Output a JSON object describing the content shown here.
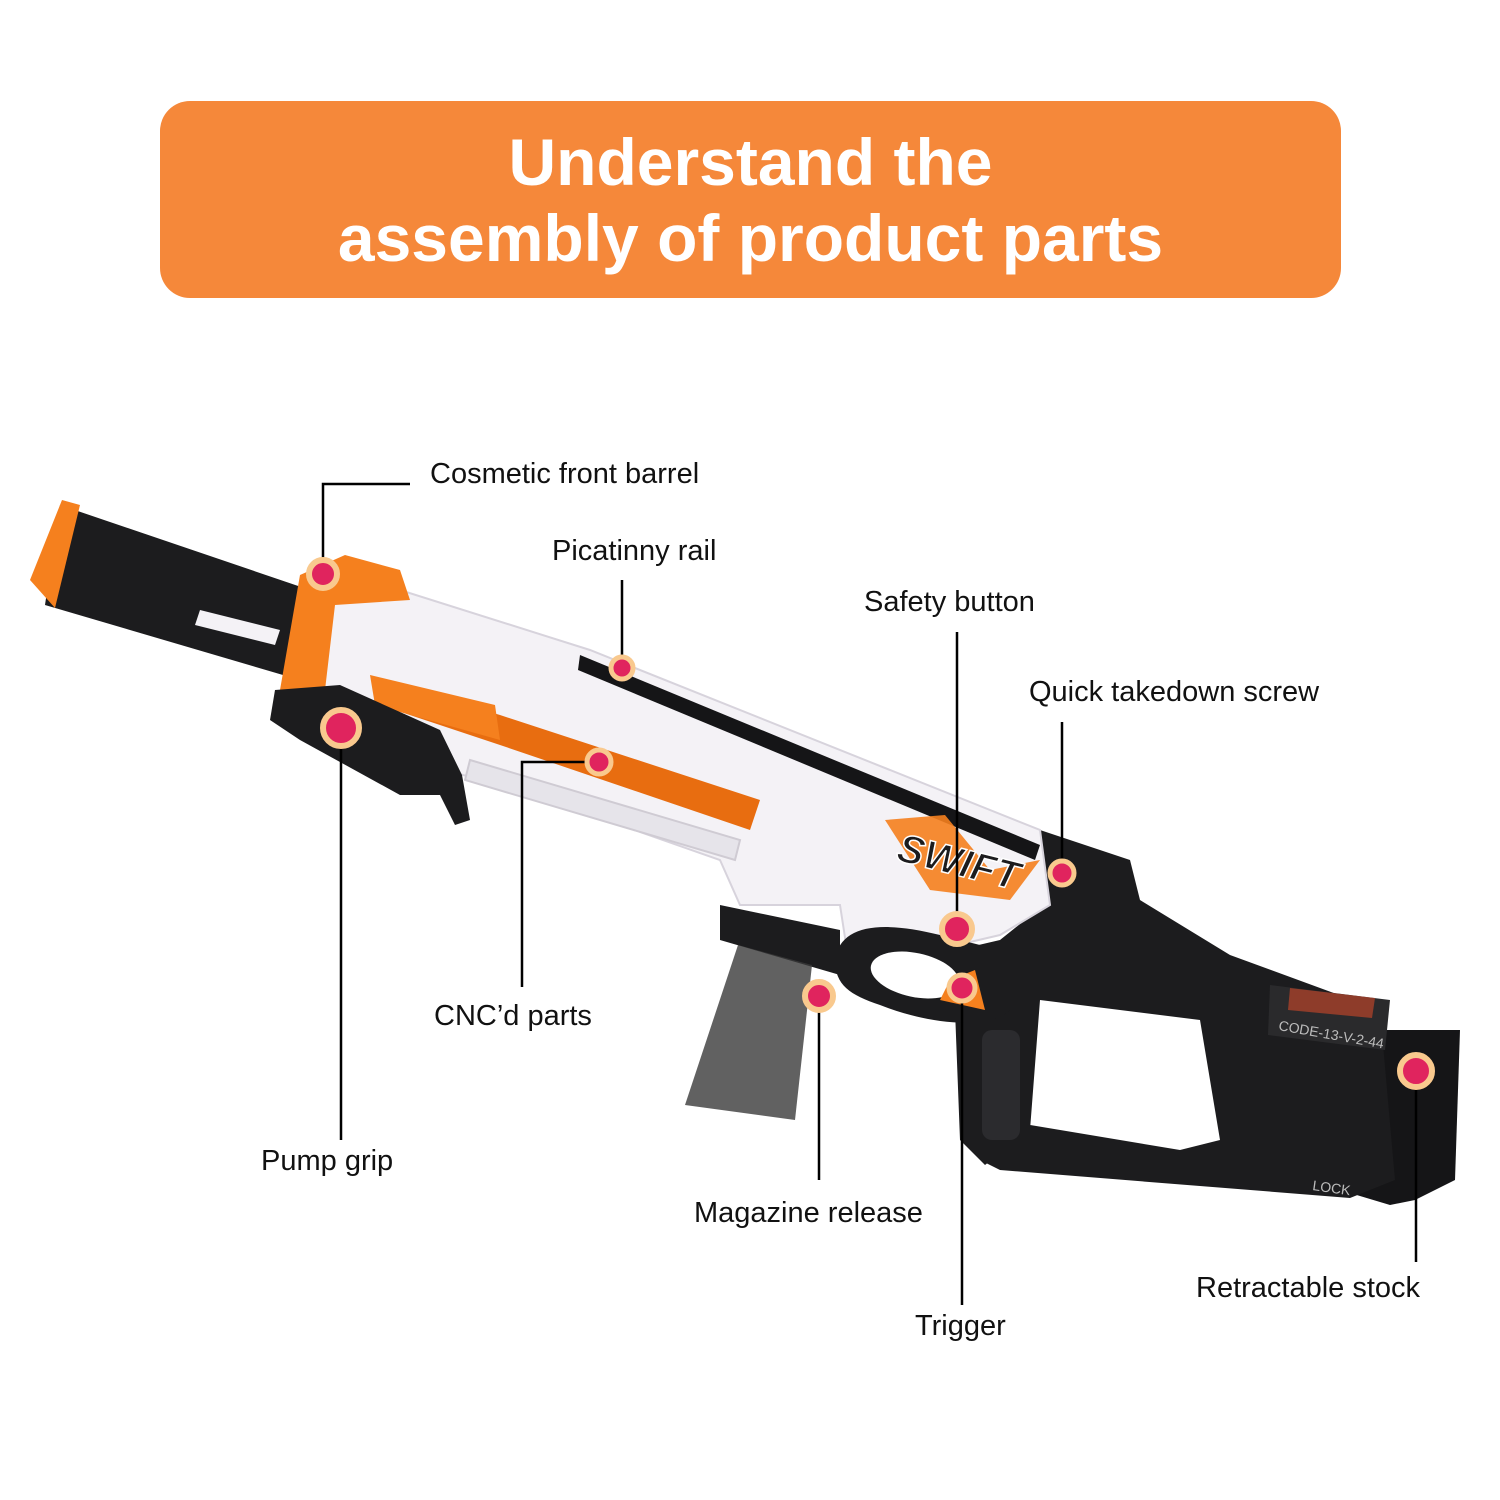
{
  "header": {
    "title_line1": "Understand the",
    "title_line2": "assembly of product parts"
  },
  "colors": {
    "banner": "#f5883a",
    "accent_orange": "#f5801e",
    "body_white": "#f4f2f6",
    "body_black": "#1c1c1e",
    "marker_fill": "#e0245e",
    "marker_ring": "#f9c98e"
  },
  "product": {
    "logo_text": "SWIFT",
    "stock_code": "CODE-13-V-2-44",
    "lock_text": "LOCK"
  },
  "parts": [
    {
      "name": "Cosmetic front barrel"
    },
    {
      "name": "Picatinny rail"
    },
    {
      "name": "Safety button"
    },
    {
      "name": "Quick takedown screw"
    },
    {
      "name": "CNC’d parts"
    },
    {
      "name": "Pump grip"
    },
    {
      "name": "Magazine release"
    },
    {
      "name": "Trigger"
    },
    {
      "name": "Retractable stock"
    }
  ]
}
